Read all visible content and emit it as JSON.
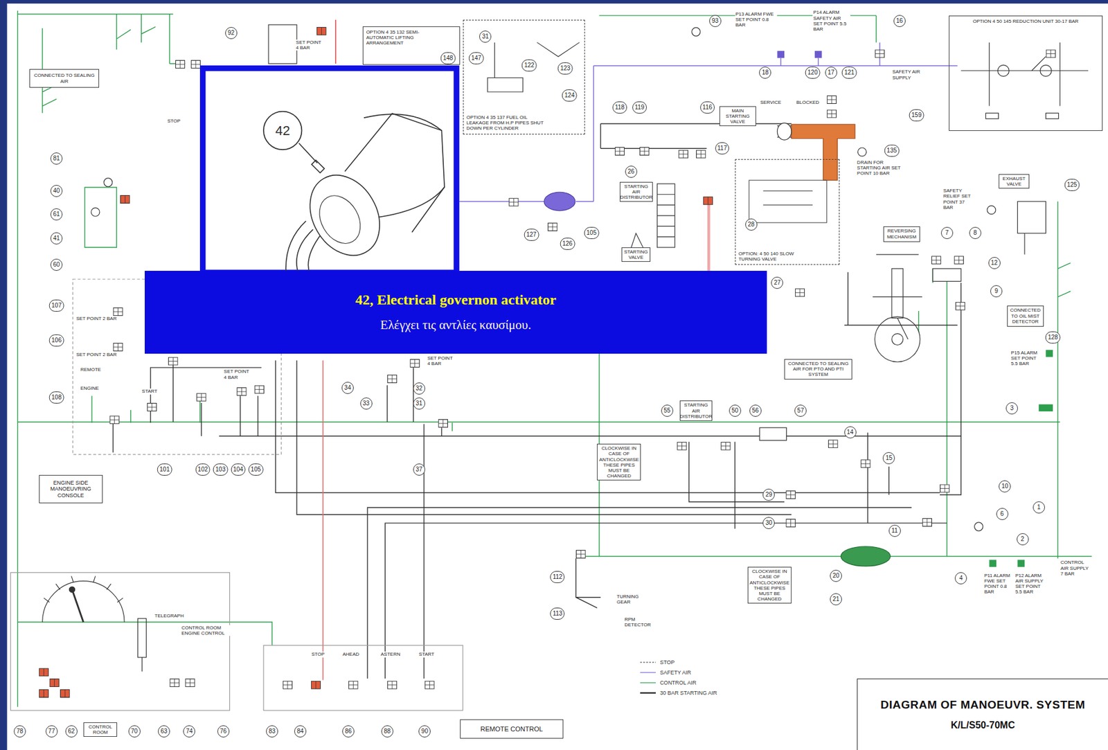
{
  "diagram": {
    "nodes": [
      {
        "text": [
          "CONNECTED TO SEALING AIR"
        ]
      },
      {
        "text": [
          "OPTION 4 35 132 SEMI-AUTOMATIC LIFTING ARRANGEMENT"
        ]
      },
      {
        "text": [
          "OPTION 4 35 137 FUEL OIL LEAKAGE FROM H.P PIPES SHUT DOWN PER CYLINDER"
        ]
      },
      {
        "text": [
          "OPTION 4 50 145 REDUCTION UNIT 30-17 BAR"
        ]
      },
      {
        "text": [
          "MAIN STARTING VALVE"
        ]
      },
      {
        "text": [
          "STARTING AIR DISTRIBUTOR"
        ]
      },
      {
        "text": [
          "STARTING VALVE"
        ]
      },
      {
        "text": [
          "OPTION: 4 50 140 SLOW TURNING VALVE"
        ]
      },
      {
        "text": [
          "EXHAUST VALVE"
        ]
      },
      {
        "text": [
          "REVERSING MECHANISM"
        ]
      },
      {
        "text": [
          "CONNECTED TO OIL MIST DETECTOR"
        ]
      },
      {
        "text": [
          "CONNECTED TO SEALING AIR FOR PTO AND PTI SYSTEM"
        ]
      },
      {
        "text": [
          "STARTING AIR DISTRIBUTOR"
        ]
      },
      {
        "text": [
          "CLOCKWISE IN CASE OF ANTICLOCKWISE THESE PIPES MUST BE CHANGED"
        ]
      },
      {
        "text": [
          "CLOCKWISE IN CASE OF ANTICLOCKWISE THESE PIPES MUST BE CHANGED"
        ]
      },
      {
        "text": [
          "ENGINE SIDE MANOEUVRING CONSOLE"
        ]
      },
      {
        "text": [
          "REMOTE CONTROL"
        ]
      },
      {
        "text": [
          "CONTROL ROOM"
        ]
      },
      {
        "text": [
          "DIAGRAM OF MANOEUVR. SYSTEM",
          "K/L/S50-70MC"
        ]
      },
      {
        "text": [
          "42"
        ]
      },
      {
        "text": [
          "42, Electrical governon activator",
          "Ελέγχει τις αντλίες καυσίμου."
        ]
      }
    ],
    "labels": [
      "92",
      "93",
      "16",
      "18",
      "120",
      "17",
      "121",
      "159",
      "135",
      "125",
      "7",
      "8",
      "12",
      "9",
      "128",
      "3",
      "10",
      "6",
      "1",
      "11",
      "4",
      "2",
      "20",
      "21",
      "15",
      "14",
      "57",
      "56",
      "50",
      "55",
      "29",
      "30",
      "27",
      "28",
      "118",
      "119",
      "116",
      "117",
      "26",
      "105",
      "126",
      "127",
      "147",
      "148",
      "31",
      "122",
      "123",
      "124",
      "81",
      "40",
      "61",
      "41",
      "60",
      "107",
      "106",
      "108",
      "101",
      "102",
      "103",
      "104",
      "105",
      "34",
      "33",
      "32",
      "31",
      "37",
      "112",
      "113",
      "78",
      "77",
      "62",
      "70",
      "63",
      "74",
      "76",
      "83",
      "84",
      "86",
      "88",
      "90",
      "SET POINT 4 BAR",
      "P13 ALARM FWE SET POINT 0.8 BAR",
      "P14 ALARM SAFETY AIR SET POINT 5.5 BAR",
      "SERVICE",
      "BLOCKED",
      "SAFETY AIR SUPPLY",
      "DRAIN FOR STARTING AIR SET POINT 10 BAR",
      "SAFETY RELIEF SET POINT 37 BAR",
      "P15 ALARM SET POINT 5.5 BAR",
      "P11 ALARM FWE SET POINT 0.8 BAR",
      "P12 ALARM AIR SUPPLY SET POINT 5.5 BAR",
      "CONTROL AIR SUPPLY 7 BAR",
      "SET POINT 2 BAR",
      "SET POINT 2 BAR",
      "REMOTE",
      "ENGINE",
      "START",
      "STOP",
      "SET POINT 4 BAR",
      "SET POINT 4 BAR",
      "TELEGRAPH",
      "CONTROL ROOM ENGINE CONTROL",
      "TURNING GEAR",
      "RPM DETECTOR",
      "STOP",
      "AHEAD",
      "ASTERN",
      "START"
    ],
    "legend": [
      {
        "text": "STOP"
      },
      {
        "text": "SAFETY AIR"
      },
      {
        "text": "CONTROL AIR"
      },
      {
        "text": "30 BAR STARTING AIR"
      }
    ]
  }
}
